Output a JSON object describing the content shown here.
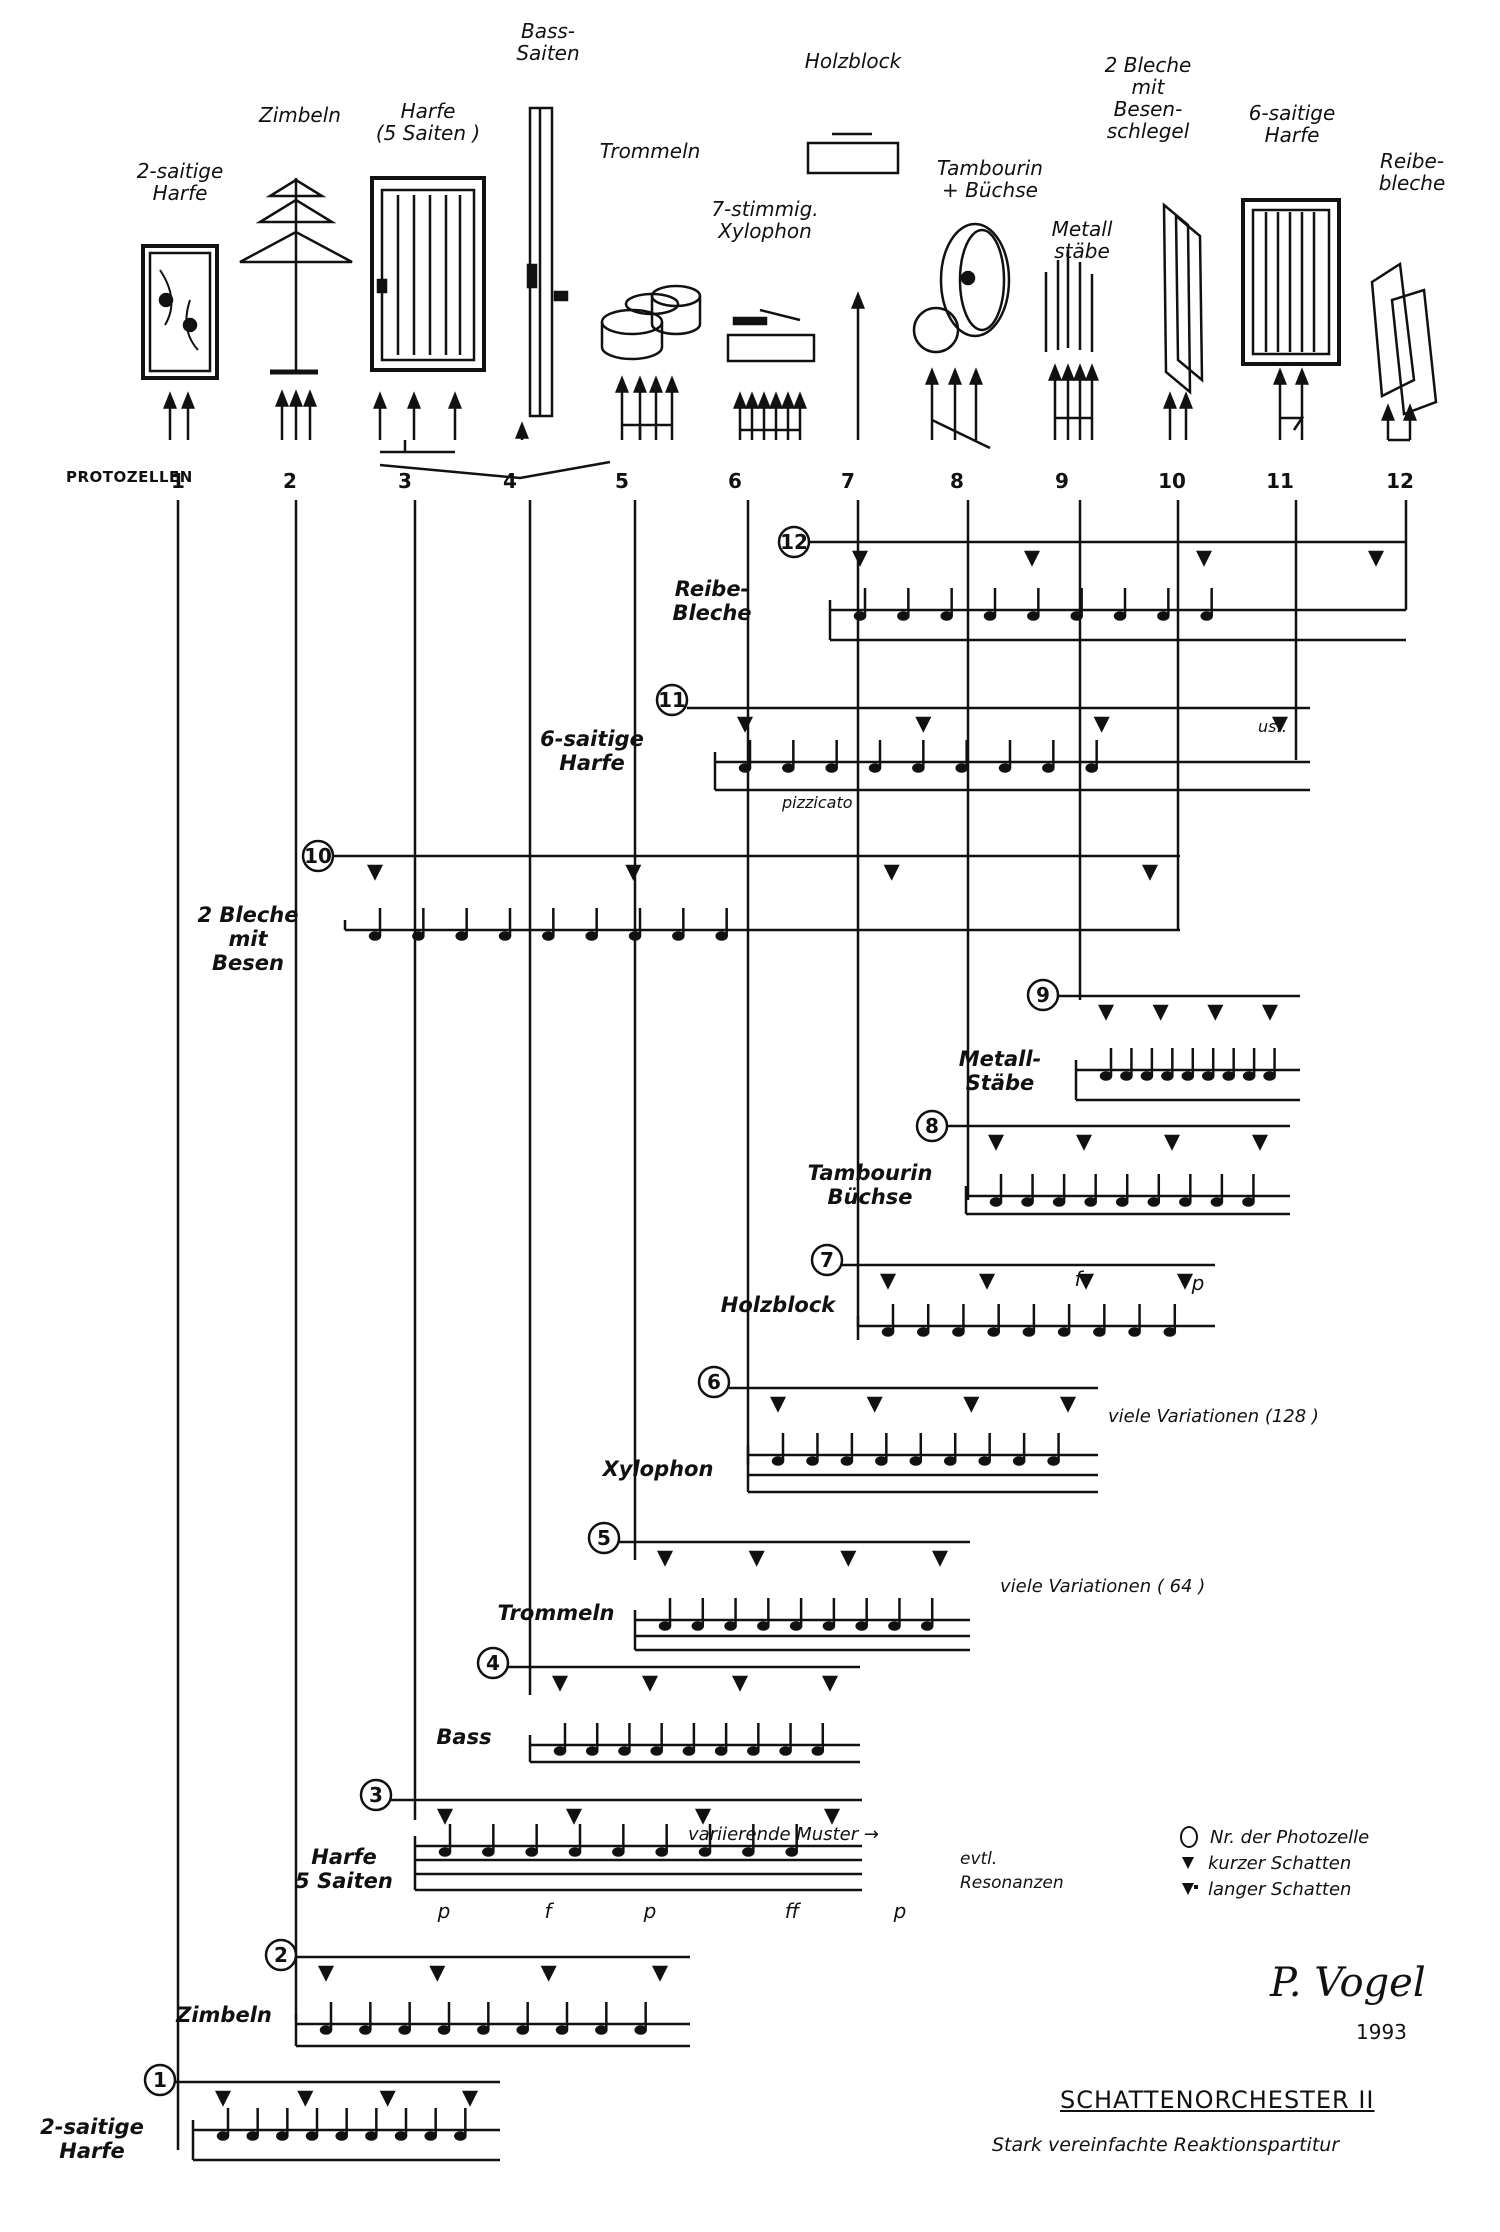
{
  "instruments_top": [
    {
      "id": 1,
      "label_lines": [
        "2-saitige",
        "Harfe"
      ]
    },
    {
      "id": 2,
      "label_lines": [
        "Zimbeln"
      ]
    },
    {
      "id": 3,
      "label_lines": [
        "Harfe",
        "(5 Saiten )"
      ]
    },
    {
      "id": 4,
      "label_lines": [
        "Bass-",
        "Saiten"
      ]
    },
    {
      "id": 5,
      "label_lines": [
        "Trommeln"
      ]
    },
    {
      "id": 6,
      "label_lines": [
        "7-stimmig.",
        "Xylophon"
      ]
    },
    {
      "id": 7,
      "label_lines": [
        "Holzblock"
      ]
    },
    {
      "id": 8,
      "label_lines": [
        "Tambourin",
        "+ Büchse"
      ]
    },
    {
      "id": 9,
      "label_lines": [
        "Metall",
        "stäbe"
      ]
    },
    {
      "id": 10,
      "label_lines": [
        "2 Bleche",
        "mit",
        "Besen-",
        "schlegel"
      ]
    },
    {
      "id": 11,
      "label_lines": [
        "6-saitige",
        "Harfe"
      ]
    },
    {
      "id": 12,
      "label_lines": [
        "Reibe-",
        "bleche"
      ]
    }
  ],
  "protozellen_label": "PROTOZELLEN",
  "column_numbers": [
    "1",
    "2",
    "3",
    "4",
    "5",
    "6",
    "7",
    "8",
    "9",
    "10",
    "11",
    "12"
  ],
  "staves": [
    {
      "num": "12",
      "label_lines": [
        "Reibe-",
        "Bleche"
      ]
    },
    {
      "num": "11",
      "label_lines": [
        "6-saitige",
        "Harfe"
      ],
      "notes": [
        "pizzicato",
        "usf."
      ]
    },
    {
      "num": "10",
      "label_lines": [
        "2 Bleche",
        "mit",
        "Besen"
      ]
    },
    {
      "num": "9",
      "label_lines": [
        "Metall-",
        "Stäbe"
      ]
    },
    {
      "num": "8",
      "label_lines": [
        "Tambourin",
        "Büchse"
      ]
    },
    {
      "num": "7",
      "label_lines": [
        "Holzblock"
      ],
      "dynamics": [
        "f",
        "p"
      ]
    },
    {
      "num": "6",
      "label_lines": [
        "Xylophon"
      ],
      "notes": [
        "viele Variationen (128 )"
      ]
    },
    {
      "num": "5",
      "label_lines": [
        "Trommeln"
      ],
      "notes": [
        "viele Variationen ( 64 )"
      ]
    },
    {
      "num": "4",
      "label_lines": [
        "Bass"
      ]
    },
    {
      "num": "3",
      "label_lines": [
        "Harfe",
        "5 Saiten"
      ],
      "notes": [
        "variierende Muster →",
        "evtl.",
        "Resonanzen"
      ],
      "dynamics": [
        "p",
        "f",
        "p",
        "ff",
        "p"
      ]
    },
    {
      "num": "2",
      "label_lines": [
        "Zimbeln"
      ]
    },
    {
      "num": "1",
      "label_lines": [
        "2-saitige",
        "Harfe"
      ]
    }
  ],
  "legend": [
    {
      "symbol": "circle",
      "text": "Nr. der Photozelle"
    },
    {
      "symbol": "short-triangle",
      "text": "kurzer Schatten"
    },
    {
      "symbol": "long-triangle",
      "text": "langer Schatten"
    }
  ],
  "signature": "P. Vogel",
  "year": "1993",
  "title": "SCHATTENORCHESTER II",
  "subtitle": "Stark vereinfachte Reaktionspartitur"
}
